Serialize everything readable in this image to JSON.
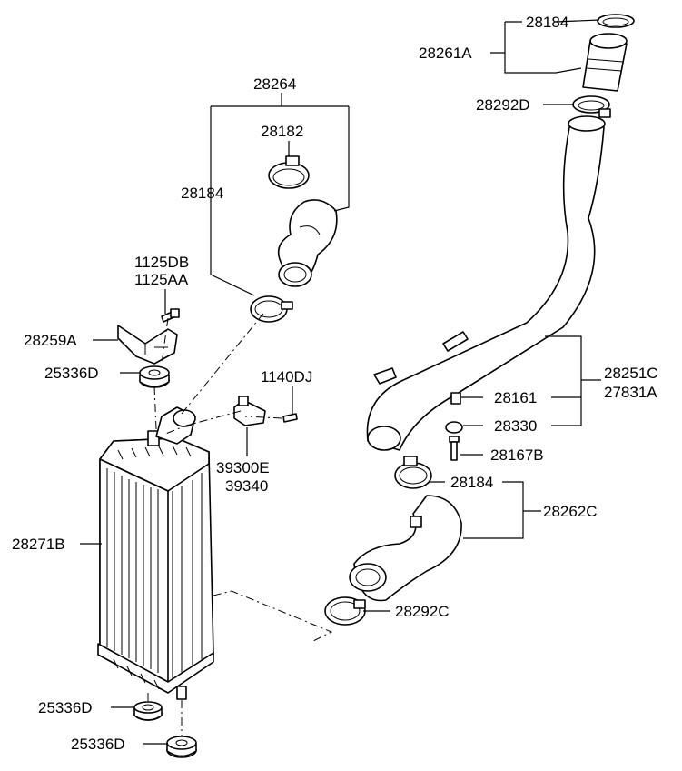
{
  "labels": {
    "clamp_top": "28184",
    "hose_top": "28261A",
    "clamp_top2": "28292D",
    "hose_assy_group": "28264",
    "clamp_28182": "28182",
    "clamp_left": "28184",
    "bolt_1125db": "1125DB",
    "bolt_1125aa": "1125AA",
    "bracket": "28259A",
    "insulator_top": "25336D",
    "bolt_1140dj": "1140DJ",
    "sensor_a": "39300E",
    "sensor_b": "39340",
    "intercooler": "28271B",
    "insulator_bottom1": "25336D",
    "insulator_bottom2": "25336D",
    "pipe_a": "28251C",
    "pipe_b": "27831A",
    "plug": "28161",
    "grommet": "28330",
    "bolt_28167b": "28167B",
    "clamp_mid": "28184",
    "hose_lower": "28262C",
    "clamp_lower": "28292C"
  }
}
